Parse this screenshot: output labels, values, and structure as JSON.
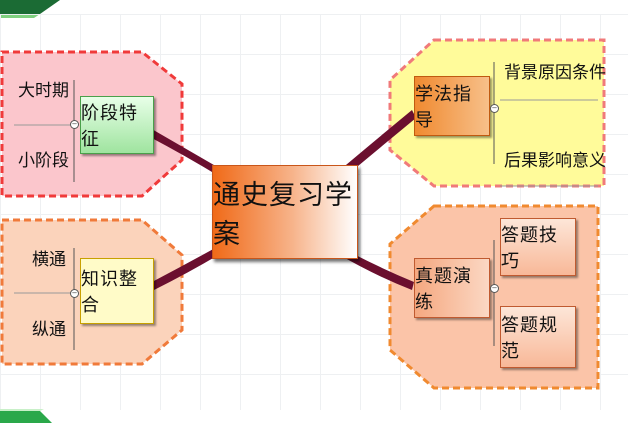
{
  "center": {
    "label": "通史复习学案"
  },
  "branches": {
    "top_left": {
      "label": "阶段特征",
      "leaves": [
        "大时期",
        "小阶段"
      ]
    },
    "bottom_left": {
      "label": "知识整合",
      "leaves": [
        "横通",
        "纵通"
      ]
    },
    "top_right": {
      "label": "学法指导",
      "leaves": [
        "背景原因条件",
        "后果影响意义"
      ]
    },
    "bottom_right": {
      "label": "真题演练",
      "leaves": [
        "答题技巧",
        "答题规范"
      ]
    }
  },
  "colors": {
    "connector": "#6b0f2f",
    "top_left_region": "#fbc6cc",
    "top_left_border": "#f03a3a",
    "top_left_node": "#bff0bf",
    "bottom_left_region": "#fbd3bb",
    "bottom_left_border": "#f07a3a",
    "bottom_left_node": "#fffbc8",
    "top_right_region": "#fffb9a",
    "top_right_border": "#f07a7a",
    "top_right_node": "#f5a050",
    "bottom_right_region": "#fbc4a8",
    "bottom_right_border": "#f08a30",
    "bottom_right_node": "#f8c0a0",
    "center_node": "#f06a18"
  }
}
